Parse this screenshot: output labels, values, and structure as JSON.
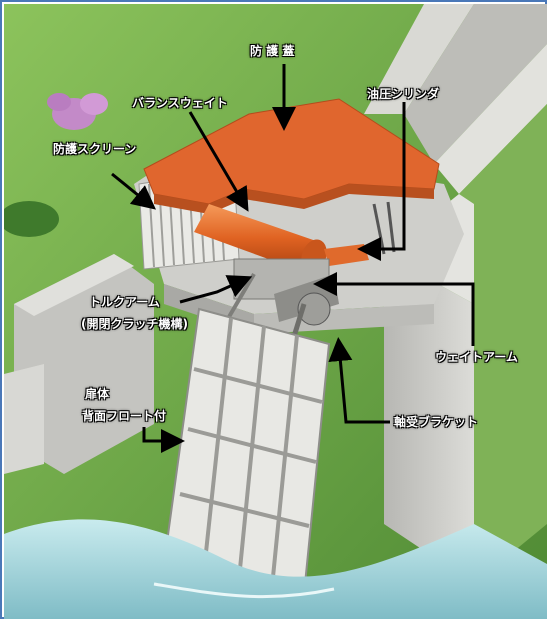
{
  "labels": {
    "protective_cover": "防 護 蓋",
    "balance_weight": "バランスウェイト",
    "hydraulic_cylinder": "油圧シリンダ",
    "protective_screen": "防護スクリーン",
    "torque_arm": "トルクアーム",
    "clutch": "(開閉クラッチ機構)",
    "weight_arm": "ウェイトアーム",
    "gate_body": "扉体",
    "float_attached": "背面フロート付",
    "bearing_bracket": "軸受ブラケット"
  },
  "colors": {
    "frame_border": "#4a78b8",
    "cover": "#e0662e",
    "grass": "#6ea84a",
    "concrete": "#c9c9c5",
    "water": "#a9d6dc"
  }
}
